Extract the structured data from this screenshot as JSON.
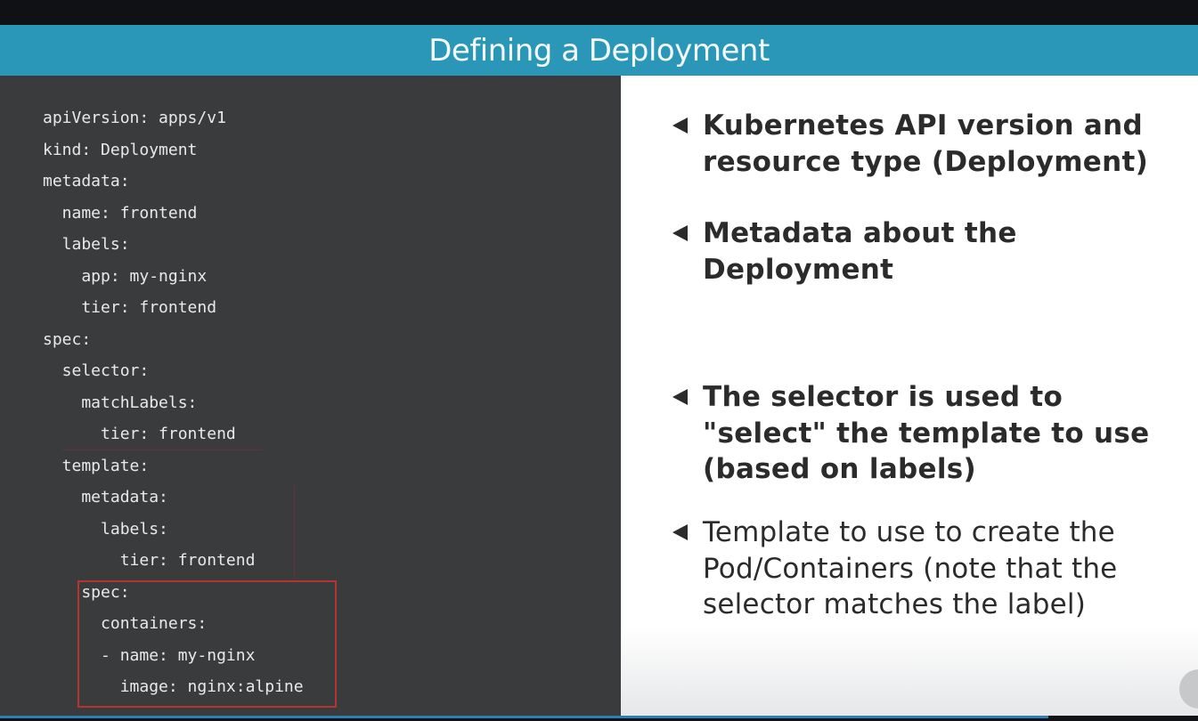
{
  "slide": {
    "title": "Defining a Deployment"
  },
  "code": {
    "lines": [
      "apiVersion: apps/v1",
      "kind: Deployment",
      "metadata:",
      "  name: frontend",
      "  labels:",
      "    app: my-nginx",
      "    tier: frontend",
      "spec:",
      "  selector:",
      "    matchLabels:",
      "      tier: frontend",
      "  template:",
      "    metadata:",
      "      labels:",
      "        tier: frontend",
      "    spec:",
      "      containers:",
      "      - name: my-nginx",
      "        image: nginx:alpine"
    ],
    "highlight_color": "#b7332d"
  },
  "bullets": [
    {
      "text": "Kubernetes API version and resource type (Deployment)",
      "bold": true
    },
    {
      "text": "Metadata about the Deployment",
      "bold": true
    },
    {
      "text": "The selector is used to \"select\" the template to use (based on labels)",
      "bold": true
    },
    {
      "text": "Template to use to create the Pod/Containers (note that the selector matches the label)",
      "bold": false
    }
  ],
  "player": {
    "progress": 0.875
  },
  "colors": {
    "title_bar": "#2a97b8",
    "code_background": "#3a3b3d",
    "code_text": "#e9e9e9",
    "bullet_text": "#2b2b2b",
    "progress_fill": "#2a7fb5"
  },
  "icons": {
    "bullet_marker": "left-pointing-triangle"
  }
}
